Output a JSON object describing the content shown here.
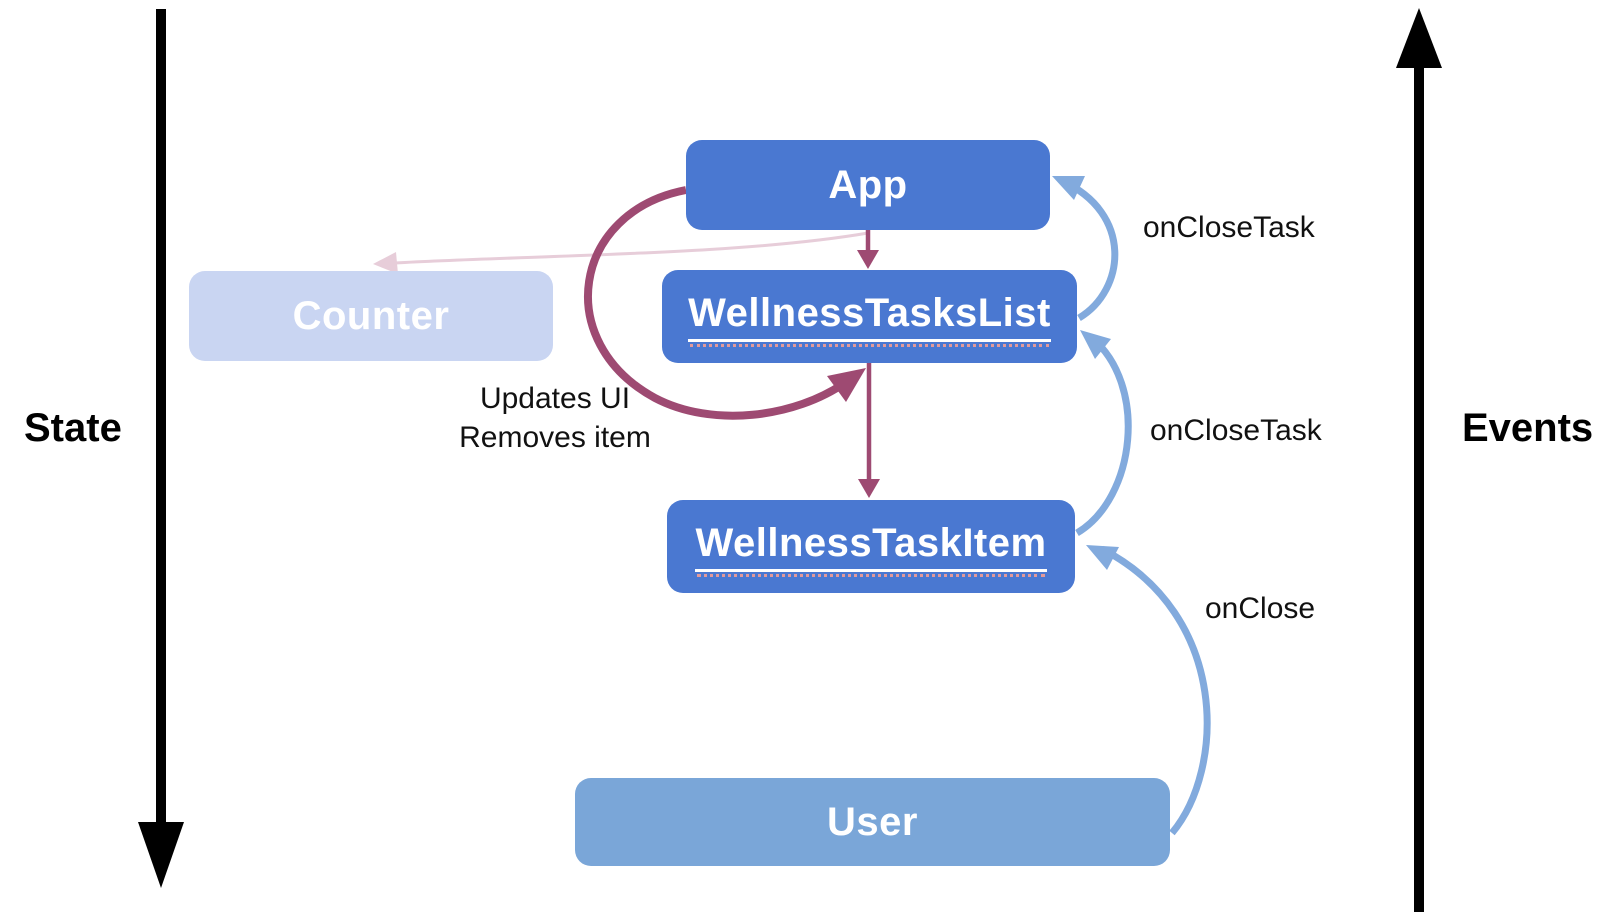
{
  "diagram": {
    "title_context": "React one-way data flow diagram",
    "axes": {
      "state": {
        "label": "State",
        "direction": "down",
        "color": "#000000"
      },
      "events": {
        "label": "Events",
        "direction": "up",
        "color": "#000000"
      }
    },
    "nodes": {
      "app": {
        "label": "App",
        "fill": "#4a78d1",
        "text_color": "#ffffff"
      },
      "counter": {
        "label": "Counter",
        "fill": "#c9d5f2",
        "text_color": "#ffffff"
      },
      "wellness_tasks_list": {
        "label": "WellnessTasksList",
        "fill": "#4a78d1",
        "text_color": "#ffffff",
        "underlined": true
      },
      "wellness_task_item": {
        "label": "WellnessTaskItem",
        "fill": "#4a78d1",
        "text_color": "#ffffff",
        "underlined": true
      },
      "user": {
        "label": "User",
        "fill": "#7aa6d8",
        "text_color": "#ffffff"
      }
    },
    "edges": {
      "list_to_app": {
        "label": "onCloseTask",
        "color": "#82aadd",
        "from": "wellness_tasks_list",
        "to": "app"
      },
      "item_to_list": {
        "label": "onCloseTask",
        "color": "#82aadd",
        "from": "wellness_task_item",
        "to": "wellness_tasks_list"
      },
      "user_to_item": {
        "label": "onClose",
        "color": "#82aadd",
        "from": "user",
        "to": "wellness_task_item"
      },
      "app_update_loop": {
        "label_line1": "Updates UI",
        "label_line2": "Removes item",
        "color": "#9e4a72",
        "from": "app",
        "to": "wellness_tasks_list"
      },
      "app_to_list": {
        "color": "#9e4a72",
        "from": "app",
        "to": "wellness_tasks_list"
      },
      "list_to_item": {
        "color": "#9e4a72",
        "from": "wellness_tasks_list",
        "to": "wellness_task_item"
      },
      "app_to_counter": {
        "color": "#e7cdd9",
        "from": "app",
        "to": "counter"
      }
    }
  }
}
